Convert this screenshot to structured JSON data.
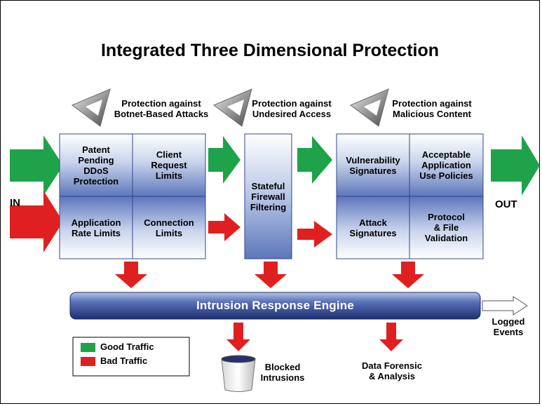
{
  "title": "Integrated Three Dimensional Protection",
  "headers": [
    {
      "line1": "Protection against",
      "line2": "Botnet-Based Attacks"
    },
    {
      "line1": "Protection against",
      "line2": "Undesired Access"
    },
    {
      "line1": "Protection against",
      "line2": "Malicious Content"
    }
  ],
  "ddos_block": {
    "cells": [
      "Patent\nPending\nDDoS\nProtection",
      "Client\nRequest\nLimits",
      "Application\nRate Limits",
      "Connection\nLimits"
    ]
  },
  "firewall_block": {
    "label": "Stateful\nFirewall\nFiltering"
  },
  "content_block": {
    "cells": [
      "Vulnerability\nSignatures",
      "Acceptable\nApplication\nUse Policies",
      "Attack\nSignatures",
      "Protocol\n& File\nValidation"
    ]
  },
  "in_label": "IN",
  "out_label": "OUT",
  "engine_label": "Intrusion Response Engine",
  "outputs": {
    "logged": "Logged\nEvents",
    "blocked": "Blocked\nIntrusions",
    "forensic": "Data Forensic\n& Analysis"
  },
  "legend": {
    "good": "Good Traffic",
    "bad": "Bad Traffic"
  },
  "colors": {
    "good": "#1fa34a",
    "bad": "#e02020",
    "box_top": "#dfe6f3",
    "box_bottom": "#5a73b8",
    "engine_top": "#9fb2dc",
    "engine_bottom": "#25397f"
  }
}
